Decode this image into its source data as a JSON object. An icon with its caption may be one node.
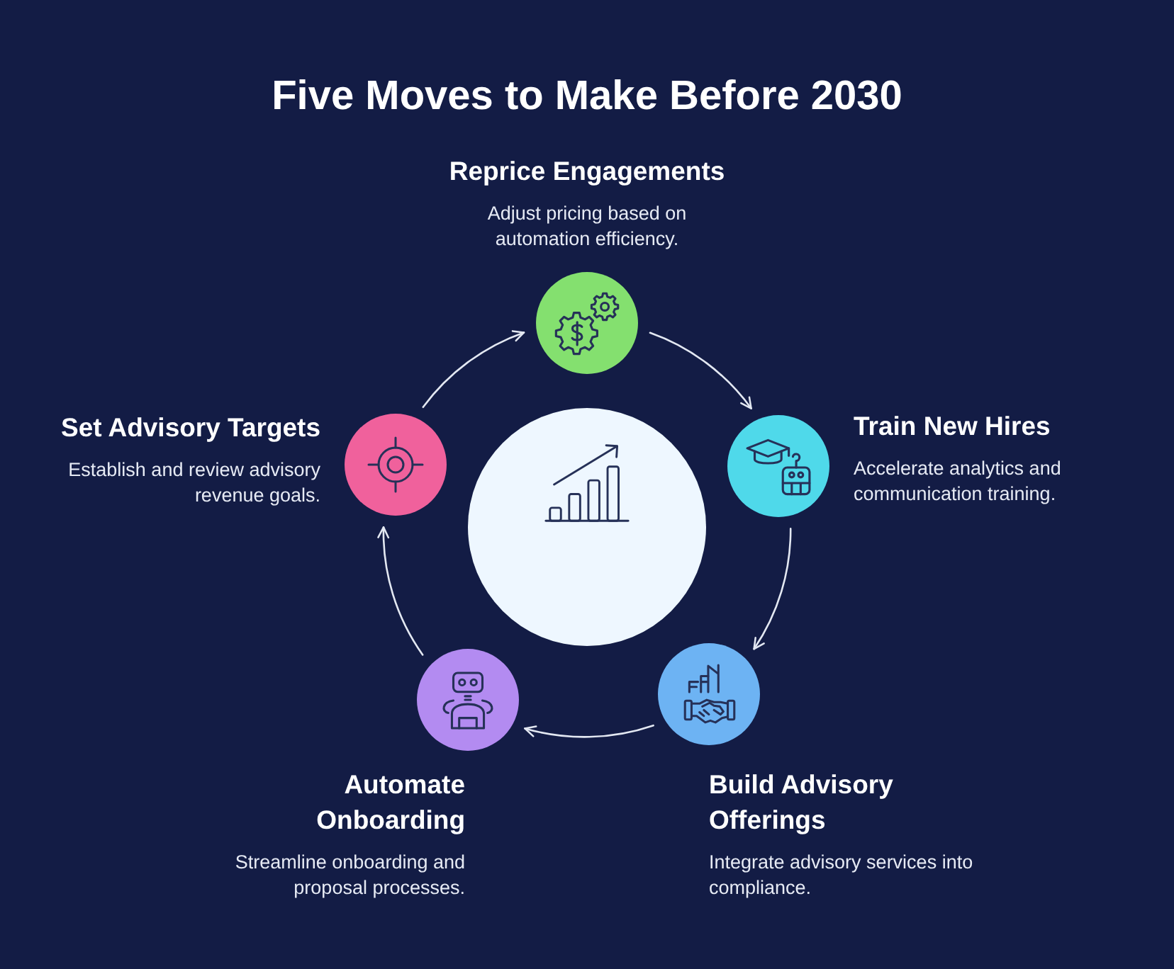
{
  "diagram": {
    "title": "Five Moves to Make Before 2030",
    "nodes": [
      {
        "text": [
          "Reprice Engagements",
          "Adjust pricing based on automation efficiency."
        ]
      },
      {
        "text": [
          "Train New Hires",
          "Accelerate analytics and communication training."
        ]
      },
      {
        "text": [
          "Build Advisory Offerings",
          "Integrate advisory services into compliance."
        ]
      },
      {
        "text": [
          "Automate Onboarding",
          "Streamline onboarding and proposal processes."
        ]
      },
      {
        "text": [
          "Set Advisory Targets",
          "Establish and review advisory revenue goals."
        ]
      },
      {
        "text": [],
        "shape": "circle"
      }
    ],
    "edges": [
      {
        "from": 0,
        "to": 1,
        "arrow": "to"
      },
      {
        "from": 1,
        "to": 2,
        "arrow": "to"
      },
      {
        "from": 2,
        "to": 3,
        "arrow": "to"
      },
      {
        "from": 3,
        "to": 4,
        "arrow": "to"
      },
      {
        "from": 4,
        "to": 0,
        "arrow": "to"
      }
    ]
  }
}
